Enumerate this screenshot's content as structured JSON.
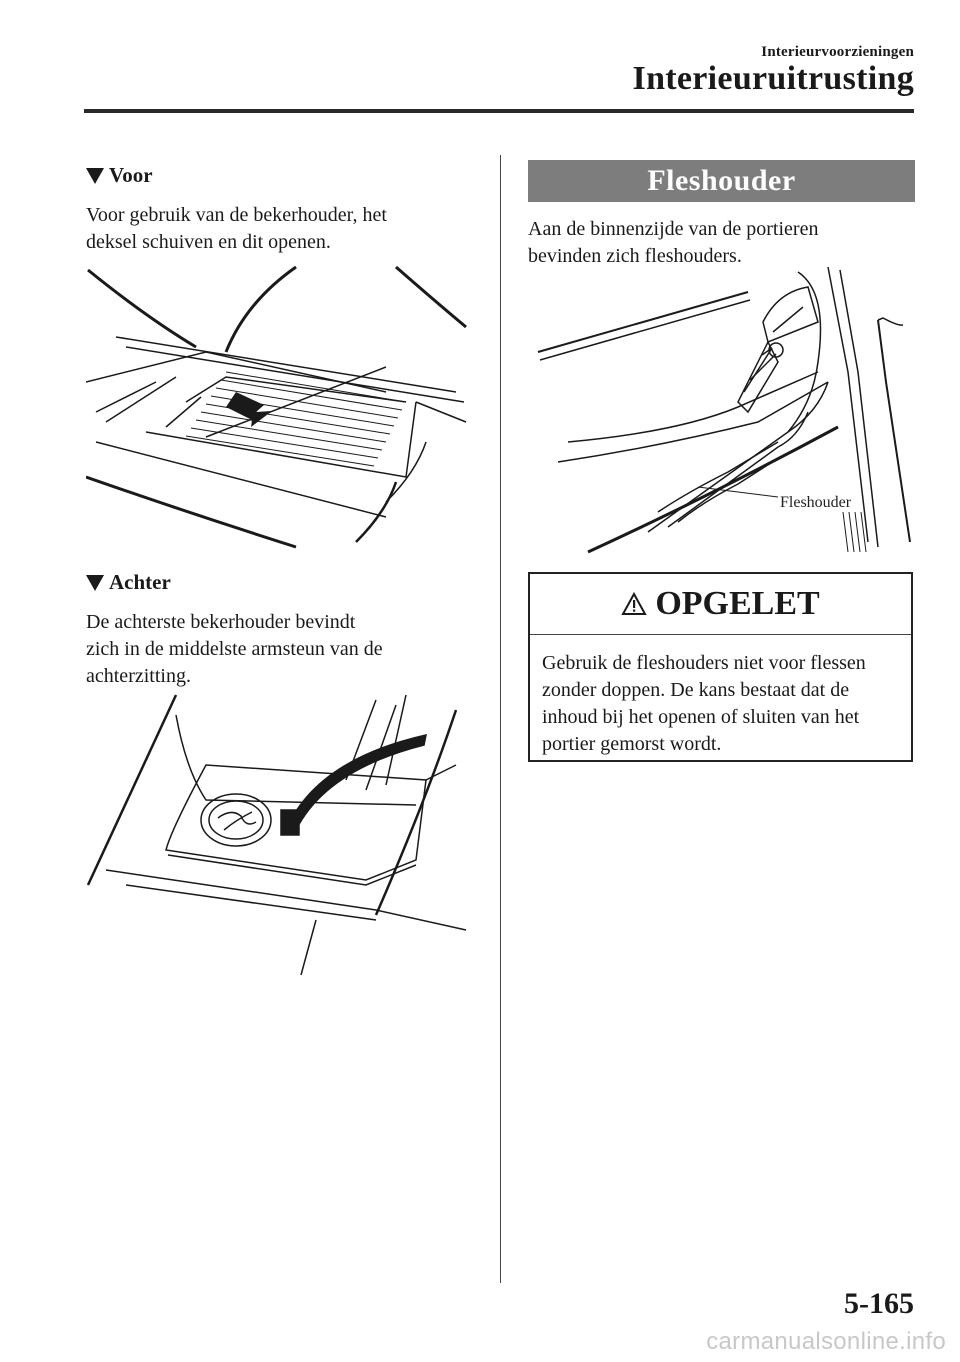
{
  "header": {
    "section": "Interieurvoorzieningen",
    "title": "Interieuruitrusting"
  },
  "left": {
    "voor": {
      "heading": "Voor",
      "lines": [
        "Voor gebruik van de bekerhouder, het",
        "deksel schuiven en dit openen."
      ]
    },
    "achter": {
      "heading": "Achter",
      "lines": [
        "De achterste bekerhouder bevindt",
        "zich in de middelste armsteun van de",
        "achterzitting."
      ]
    }
  },
  "right": {
    "section_title": "Fleshouder",
    "intro_lines": [
      "Aan de binnenzijde van de portieren",
      "bevinden zich fleshouders."
    ],
    "figure_label": "Fleshouder",
    "caution": {
      "title": "OPGELET",
      "lines": [
        "Gebruik de fleshouders niet voor flessen",
        "zonder doppen. De kans bestaat dat de",
        "inhoud bij het openen of sluiten van het",
        "portier gemorst wordt."
      ]
    }
  },
  "footer": {
    "page_number": "5-165",
    "watermark": "carmanualsonline.info"
  },
  "icons": {
    "section_marker": "triangle-down-icon",
    "caution": "warning-triangle-icon"
  }
}
